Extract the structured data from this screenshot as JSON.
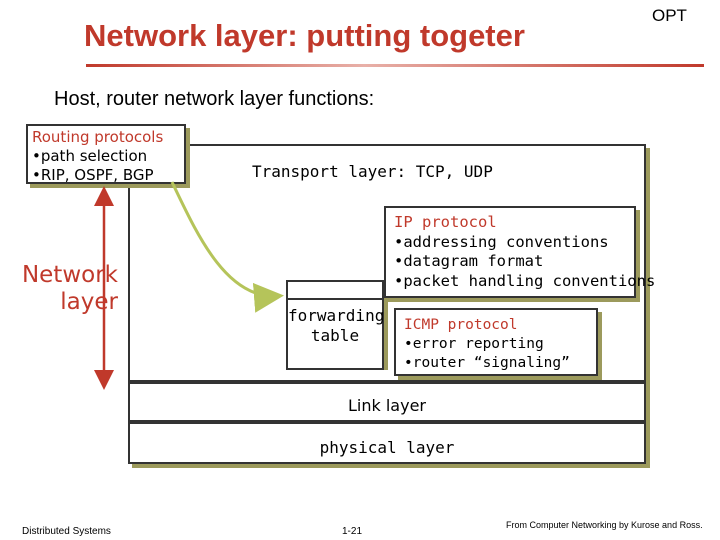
{
  "header": {
    "title": "Network layer: putting togeter",
    "badge": "OPT"
  },
  "subtitle": "Host, router network layer functions:",
  "routing": {
    "title": "Routing protocols",
    "items": [
      "•path selection",
      "•RIP, OSPF, BGP"
    ]
  },
  "transport": {
    "label": "Transport layer: TCP, UDP"
  },
  "ip": {
    "title": "IP protocol",
    "items": [
      "•addressing conventions",
      "•datagram format",
      "•packet handling conventions"
    ]
  },
  "forwarding": {
    "lines": [
      "forwarding",
      "table"
    ]
  },
  "icmp": {
    "title": "ICMP protocol",
    "items": [
      "•error reporting",
      "•router “signaling”"
    ]
  },
  "link": {
    "label": "Link layer"
  },
  "physical": {
    "label": "physical layer"
  },
  "side": {
    "lines": [
      "Network",
      "layer"
    ]
  },
  "footer": {
    "left": "Distributed Systems",
    "page": "1-21",
    "right": "From Computer Networking by Kurose and Ross."
  },
  "colors": {
    "accent_red": "#c0392b",
    "shadow_olive": "#9c9a5c",
    "arrow_green": "#b5c45a"
  }
}
